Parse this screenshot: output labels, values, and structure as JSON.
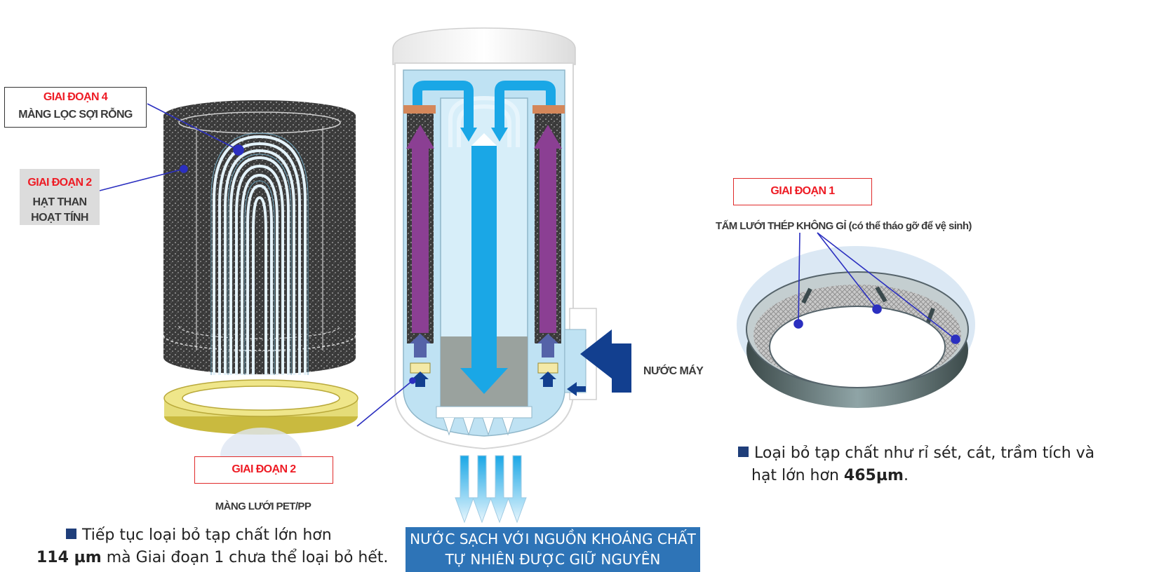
{
  "stage4": {
    "title": "GIAI ĐOẠN 4",
    "name": "MÀNG LỌC SỢI RỖNG"
  },
  "stage2_carbon": {
    "title": "GIAI ĐOẠN 2",
    "line1": "HẠT THAN",
    "line2": "HOẠT TÍNH"
  },
  "stage2_mesh": {
    "title": "GIAI ĐOẠN 2",
    "name": "MÀNG LƯỚI PET/PP"
  },
  "stage1": {
    "title": "GIAI ĐOẠN 1",
    "name": "TẤM LƯỚI  THÉP KHÔNG GỈ (có thể tháo gỡ để vệ sinh)"
  },
  "tap_water": "NƯỚC MÁY",
  "clean_water": {
    "line1": "NƯỚC SẠCH VỚI NGUỒN KHOÁNG CHẤT",
    "line2": "TỰ NHIÊN ĐƯỢC GIỮ NGUYÊN"
  },
  "desc_left": {
    "line1": "Tiếp tục loại bỏ tạp chất lớn hơn",
    "bold": "114 µm",
    "rest": " mà Giai đoạn 1 chưa thể loại bỏ hết."
  },
  "desc_right": {
    "line1": "Loại bỏ tạp chất như rỉ sét, cát, trầm tích và",
    "prefix": "hạt lớn hơn ",
    "bold": "465µm",
    "suffix": "."
  },
  "colors": {
    "stage_red": "#ee1c25",
    "arrow_blue": "#1aa7e6",
    "arrow_purple": "#8b3f93",
    "navy": "#123f8f",
    "label_box_blue": "#2e74b7"
  }
}
